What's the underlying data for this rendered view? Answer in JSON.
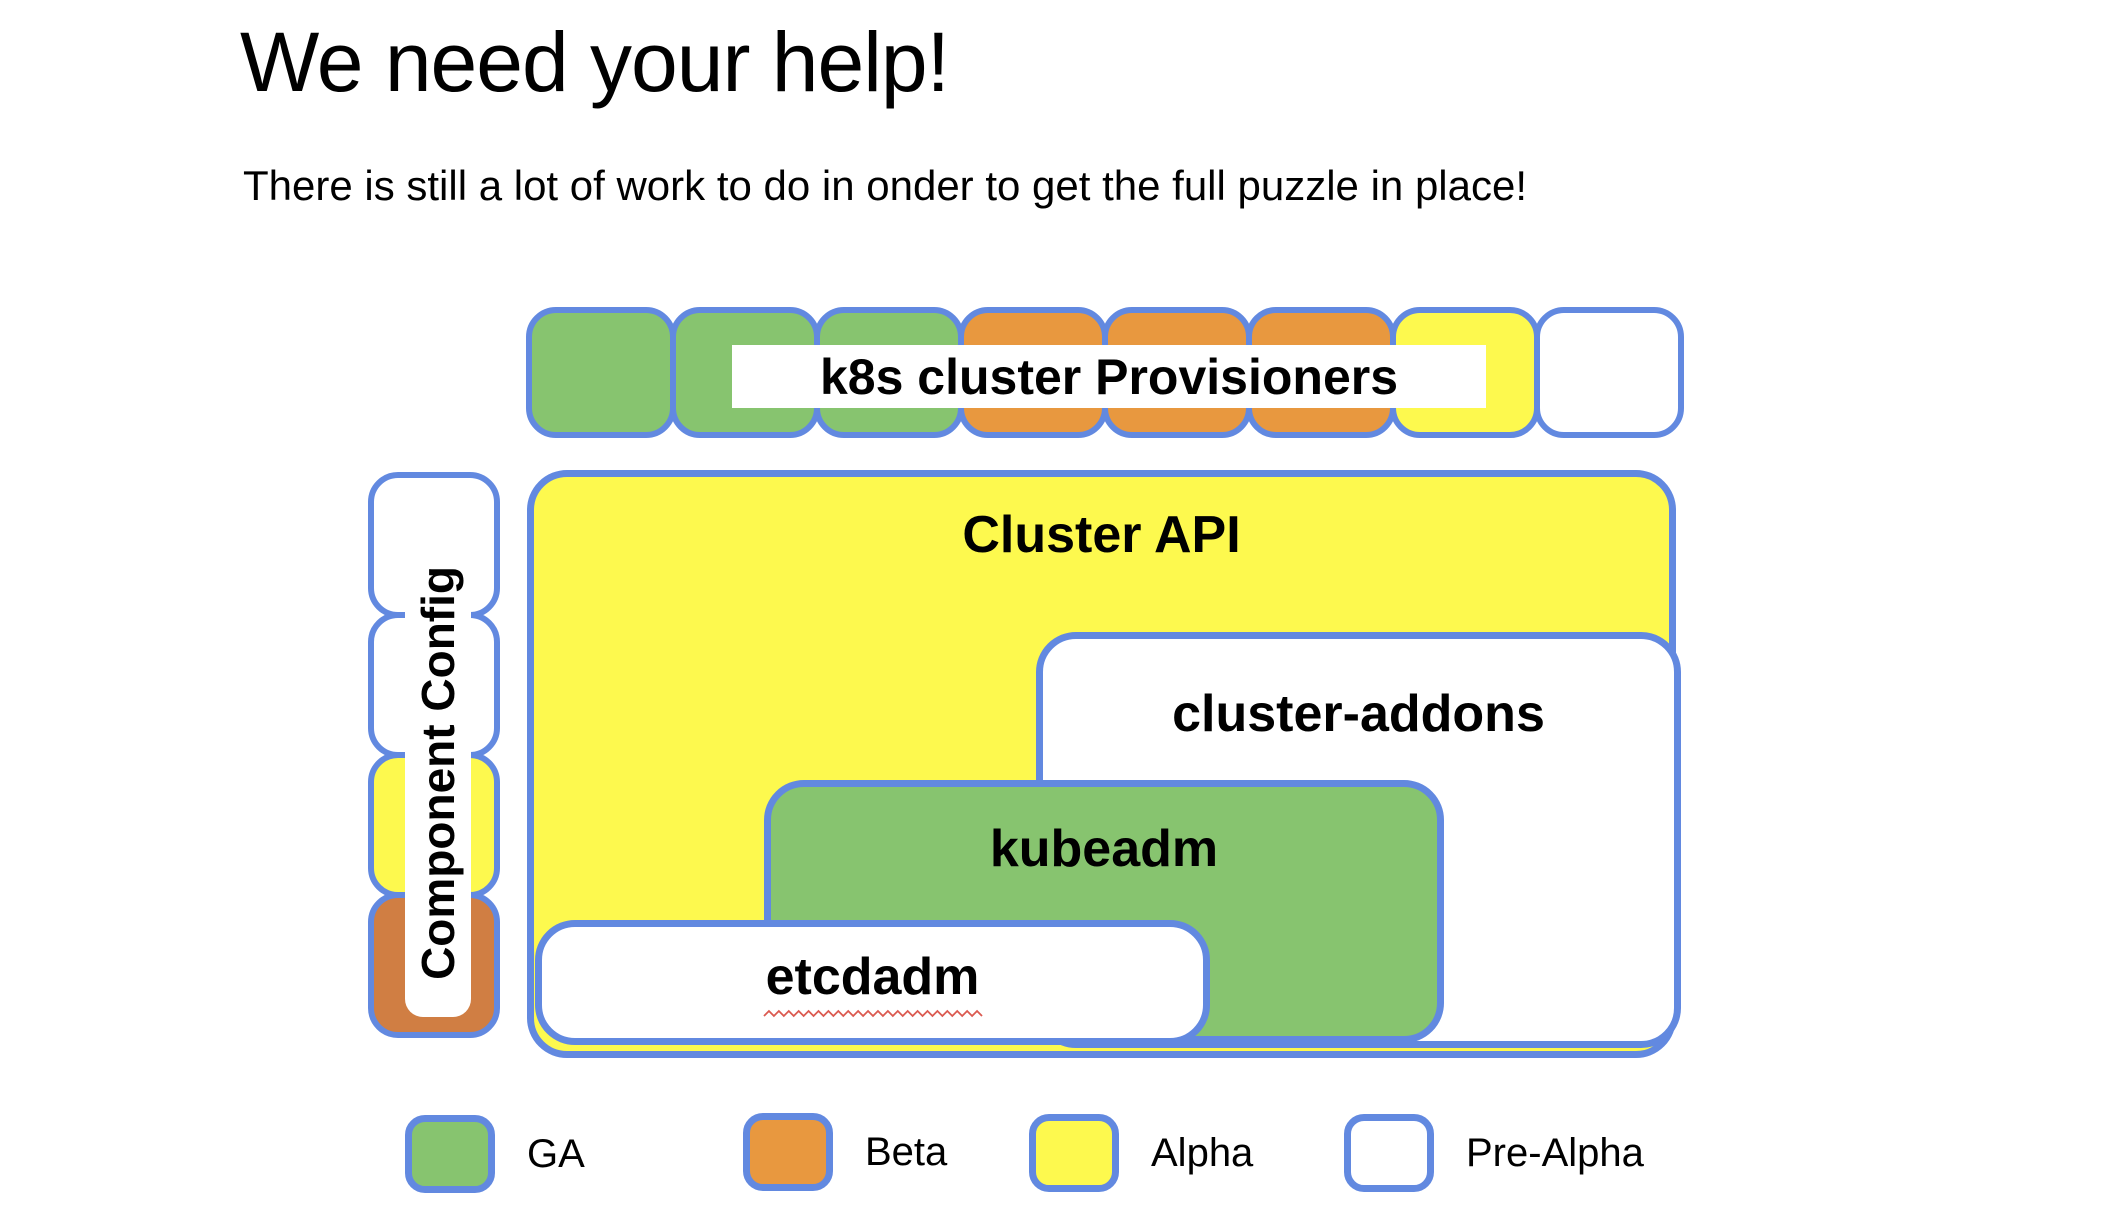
{
  "slide": {
    "title": "We need your help!",
    "subtitle": "There is still a lot of work to do in onder to get the full puzzle in place!"
  },
  "colors": {
    "ga": "#87C46F",
    "beta": "#E8983F",
    "alpha": "#FDF94E",
    "pre_alpha": "#FFFFFF",
    "beta_dark": "#D07E43",
    "border": "#6289E0",
    "squiggle": "#DB5A50"
  },
  "diagram": {
    "provisioners": {
      "label": "k8s cluster Provisioners",
      "pieces": [
        "ga",
        "ga",
        "ga",
        "beta",
        "beta",
        "beta",
        "alpha",
        "pre_alpha"
      ]
    },
    "component_config": {
      "label": "Component Config",
      "pieces": [
        "pre_alpha",
        "pre_alpha",
        "alpha",
        "beta_dark"
      ]
    },
    "cluster_api": {
      "label": "Cluster API"
    },
    "cluster_addons": {
      "label": "cluster-addons"
    },
    "kubeadm": {
      "label": "kubeadm"
    },
    "etcdadm": {
      "label": "etcdadm"
    }
  },
  "legend": {
    "items": [
      {
        "label": "GA",
        "color": "ga"
      },
      {
        "label": "Beta",
        "color": "beta"
      },
      {
        "label": "Alpha",
        "color": "alpha"
      },
      {
        "label": "Pre-Alpha",
        "color": "pre_alpha"
      }
    ]
  }
}
